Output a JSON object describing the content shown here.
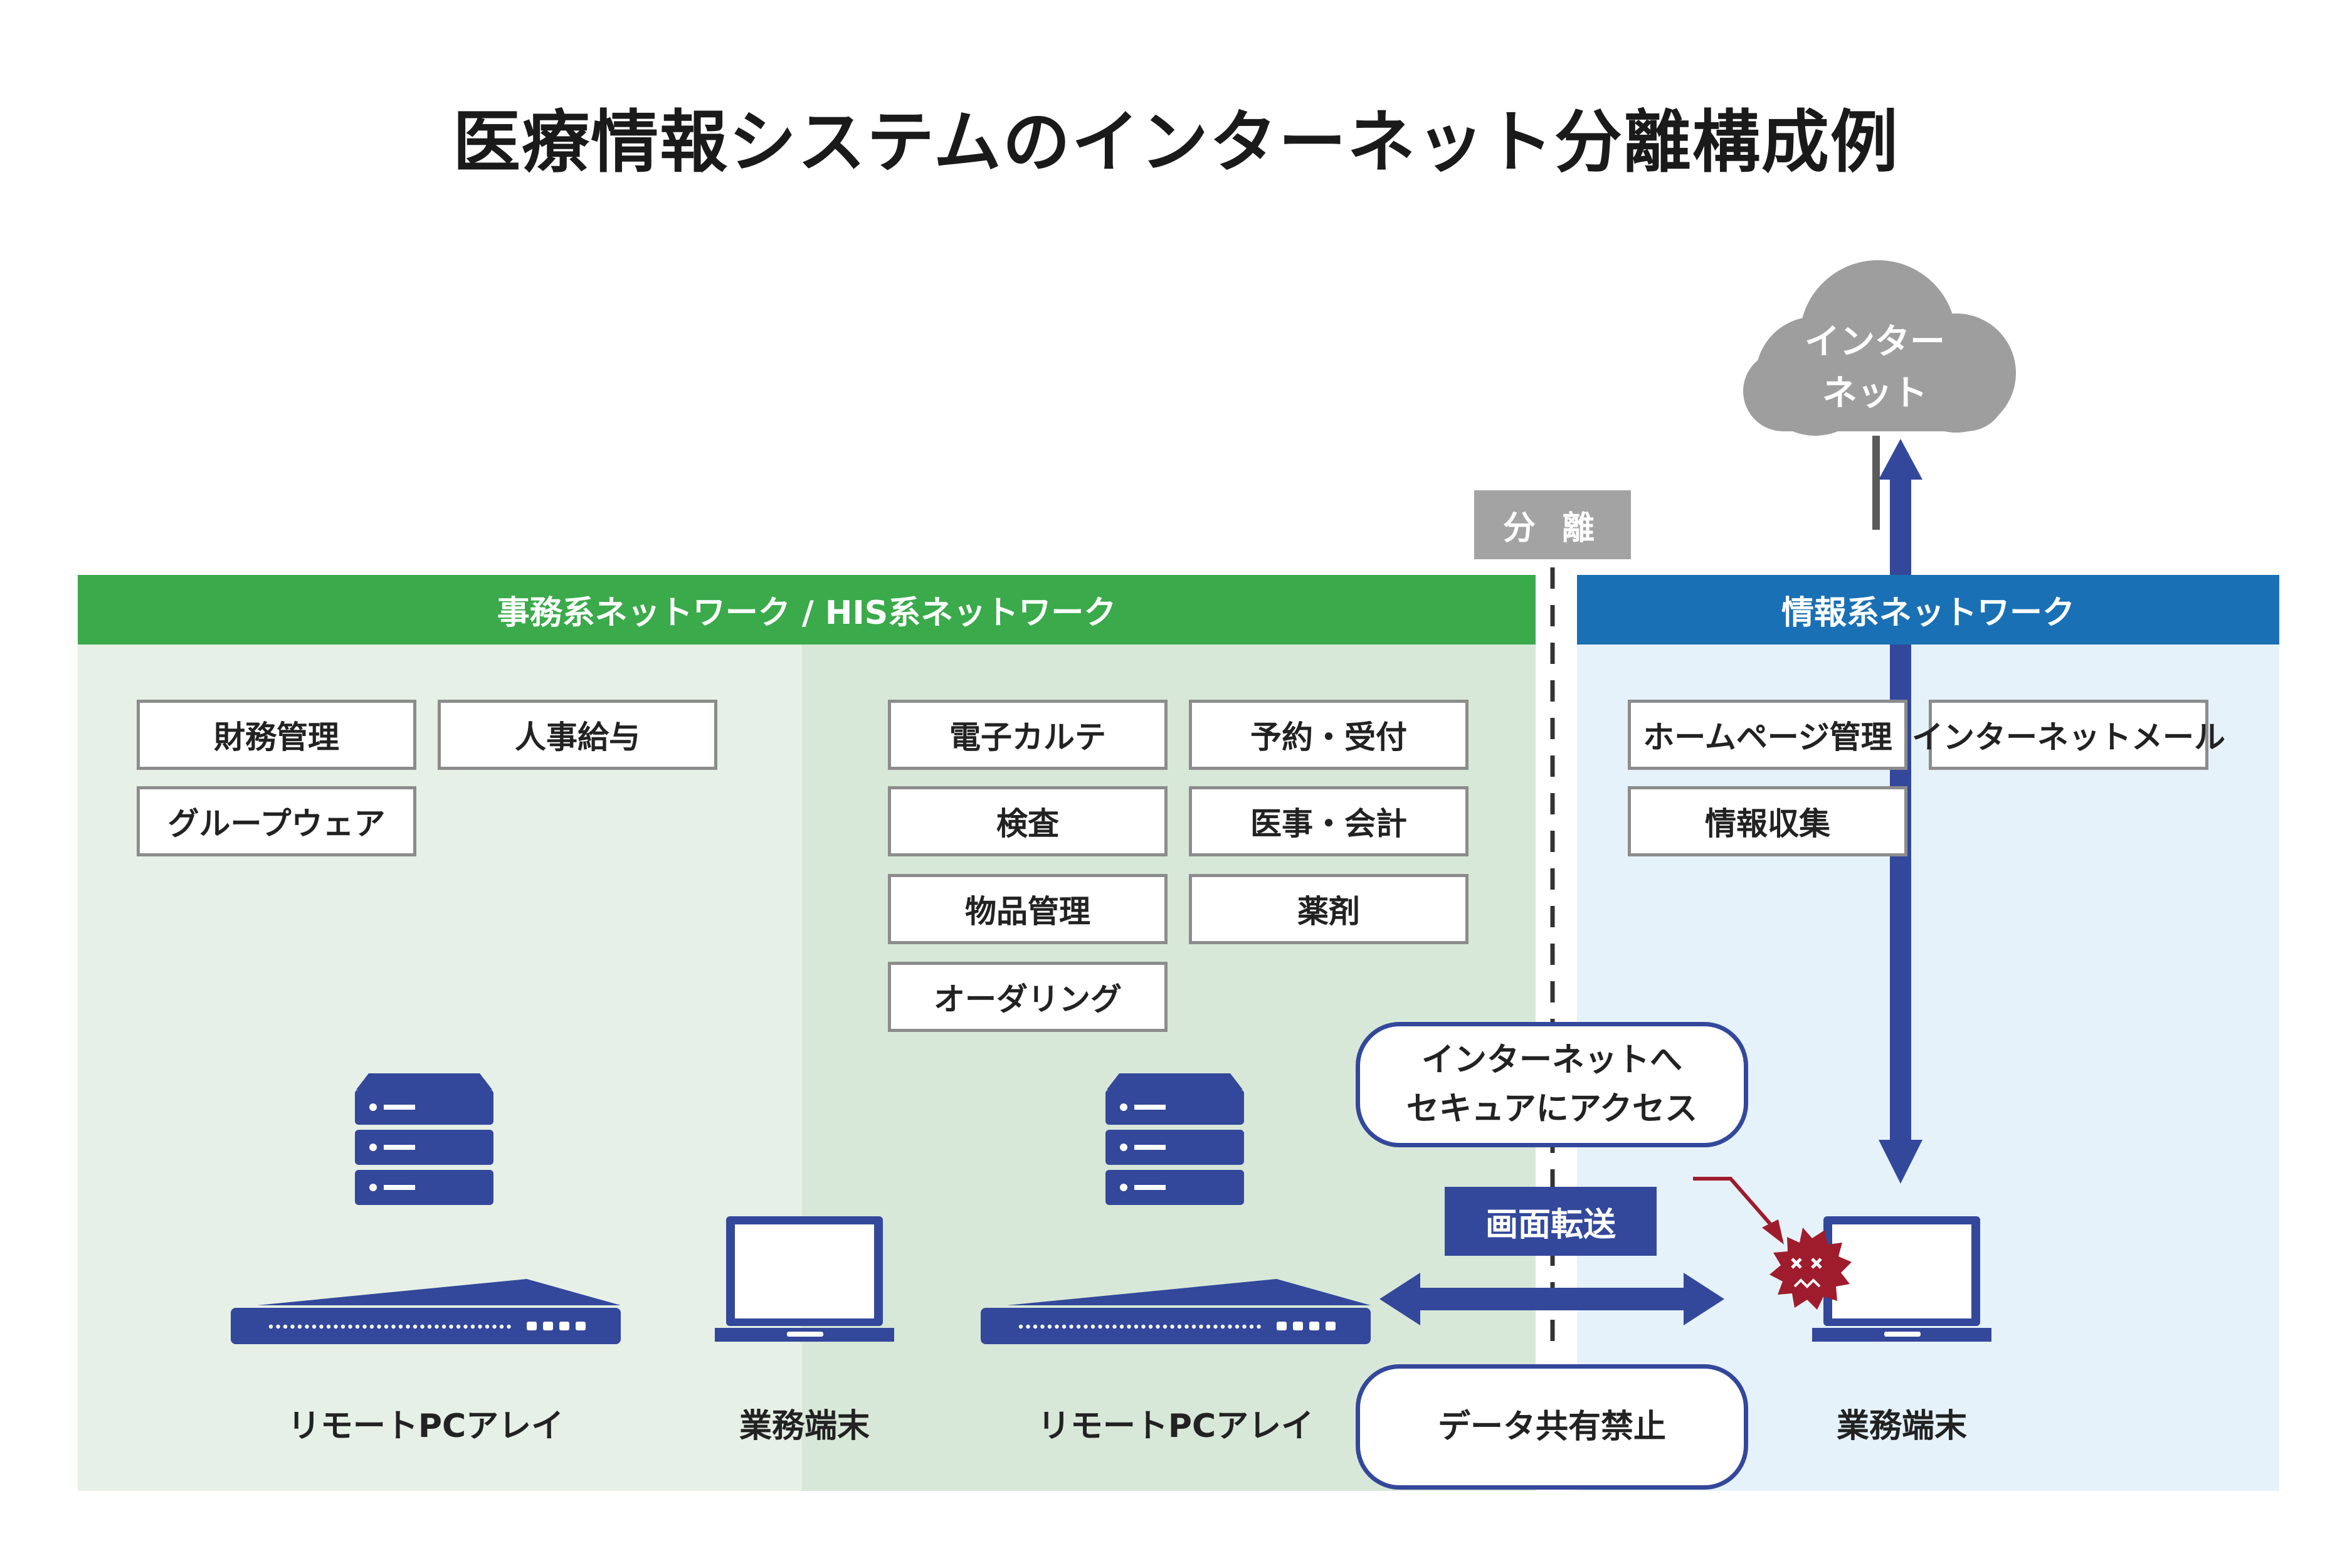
{
  "title": "医療情報システムのインターネット分離構成例",
  "separator_label": "分 離",
  "left_network_label": "事務系ネットワーク / HIS系ネットワーク",
  "right_network_label": "情報系ネットワーク",
  "cloud": {
    "line1": "インター",
    "line2": "ネット"
  },
  "left_apps": [
    "財務管理",
    "人事給与",
    "グループウェア"
  ],
  "mid_apps": [
    "電子カルテ",
    "予約・受付",
    "検査",
    "医事・会計",
    "物品管理",
    "薬剤",
    "オーダリング"
  ],
  "right_apps": [
    "ホームページ管理",
    "インターネットメール",
    "情報収集"
  ],
  "callout_access": {
    "line1": "インターネットへ",
    "line2": "セキュアにアクセス"
  },
  "transfer_label": "画面転送",
  "no_share_label": "データ共有禁止",
  "devices": {
    "remote_pc_array_1": "リモートPCアレイ",
    "business_terminal_1": "業務端末",
    "remote_pc_array_2": "リモートPCアレイ",
    "business_terminal_2": "業務端末"
  },
  "colors": {
    "green_band": "#3aaa4a",
    "blue_band": "#1a70b5",
    "device_navy": "#33489b",
    "separator_gray": "#a3a3a3",
    "virus_red": "#9e1c2c"
  }
}
